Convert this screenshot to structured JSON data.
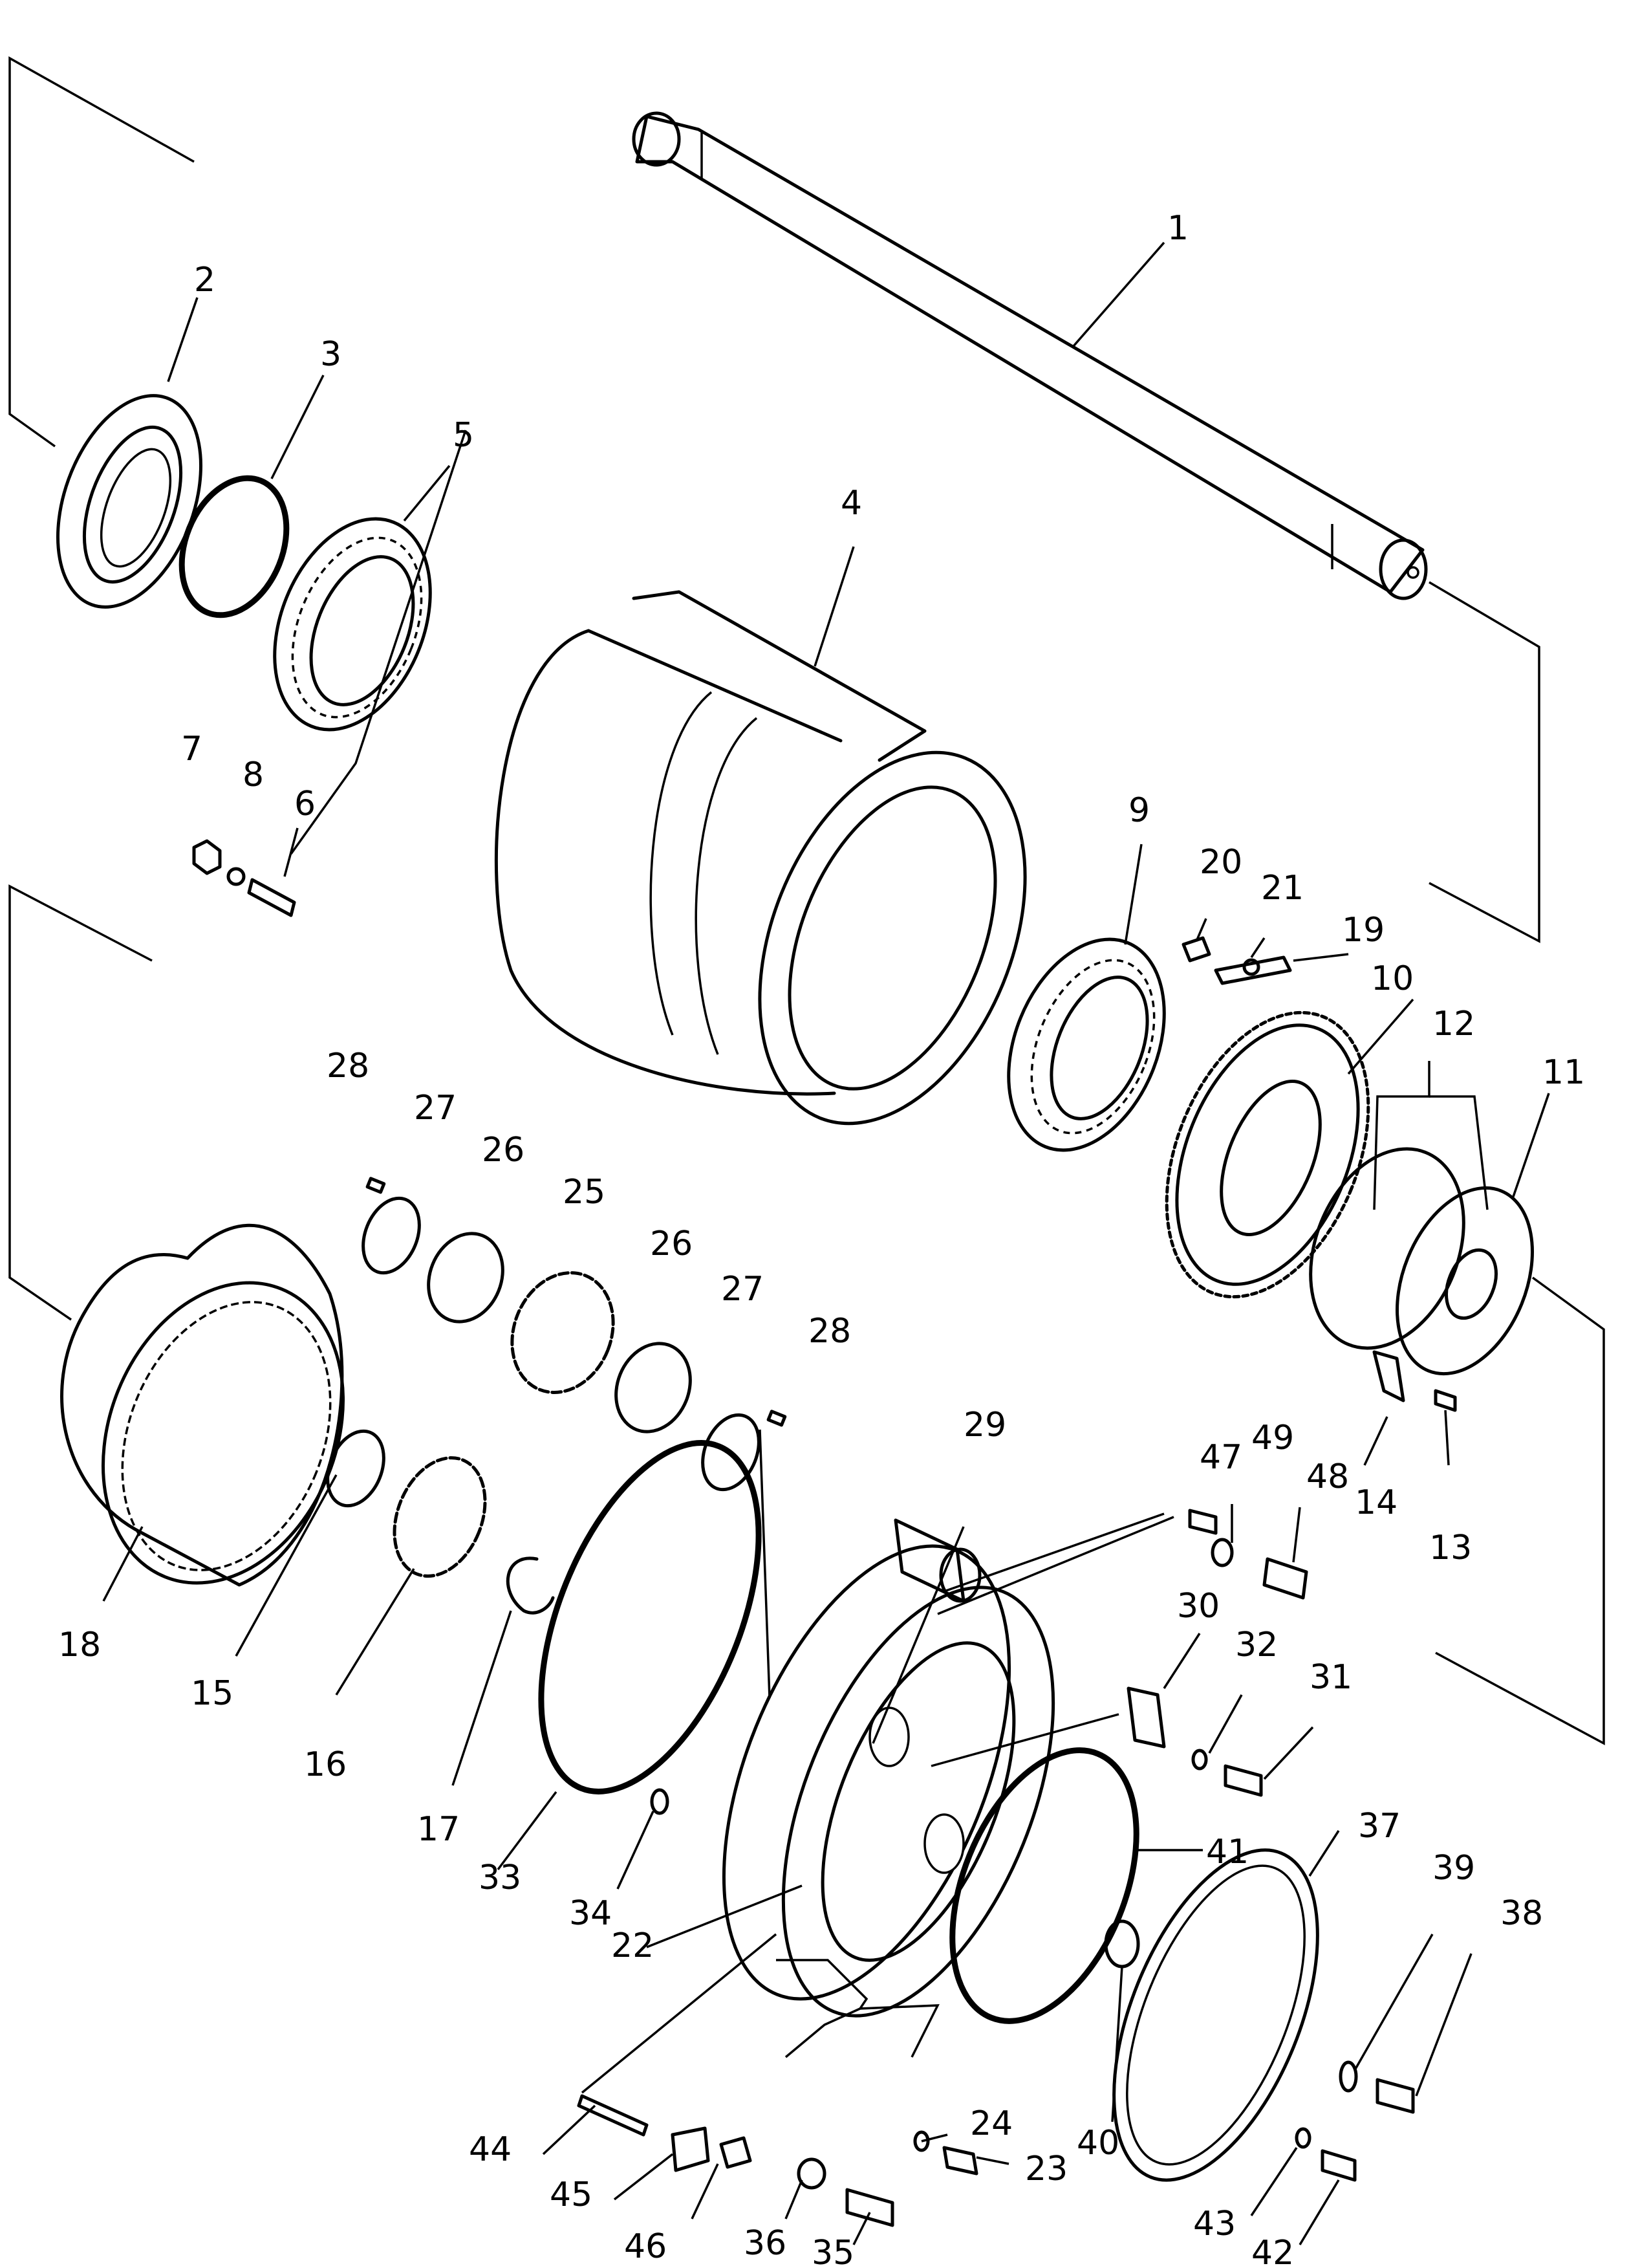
{
  "diagram": {
    "type": "exploded-parts-view",
    "callouts": [
      "1",
      "2",
      "3",
      "4",
      "5",
      "6",
      "7",
      "8",
      "9",
      "10",
      "11",
      "12",
      "13",
      "14",
      "15",
      "16",
      "17",
      "18",
      "19",
      "20",
      "21",
      "22",
      "23",
      "24",
      "25",
      "26",
      "26",
      "27",
      "27",
      "28",
      "28",
      "29",
      "30",
      "31",
      "32",
      "33",
      "34",
      "35",
      "36",
      "37",
      "38",
      "39",
      "40",
      "41",
      "42",
      "43",
      "44",
      "45",
      "46",
      "47",
      "48",
      "49"
    ]
  }
}
